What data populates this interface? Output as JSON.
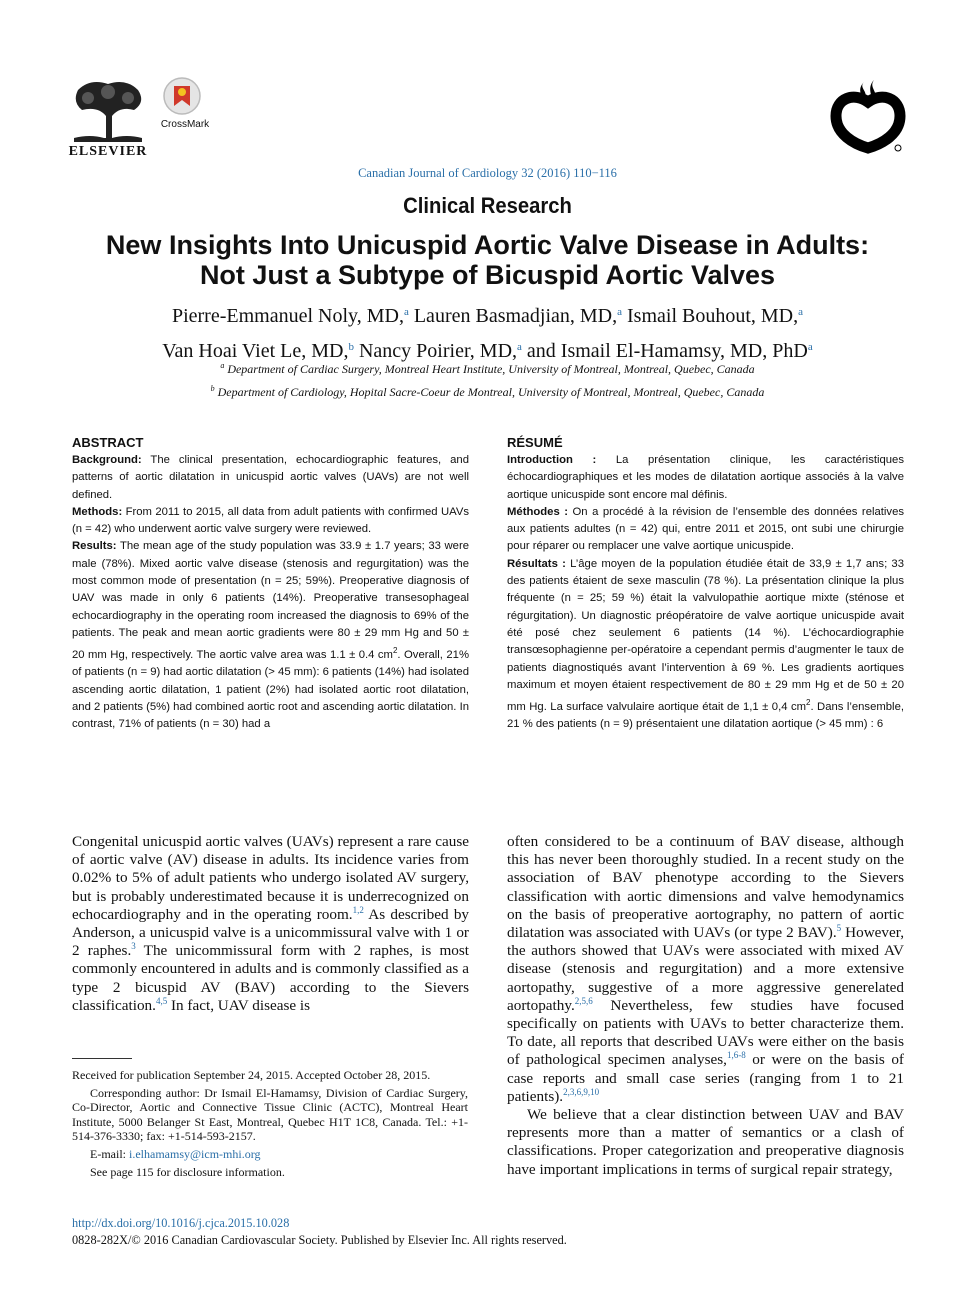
{
  "header": {
    "publisher": "ELSEVIER",
    "crossmark_label": "CrossMark",
    "journal_line": "Canadian Journal of Cardiology 32 (2016) 110−116",
    "section": "Clinical Research"
  },
  "title": {
    "line1": "New Insights Into Unicuspid Aortic Valve Disease in Adults:",
    "line2": "Not Just a Subtype of Bicuspid Aortic Valves"
  },
  "authors": [
    {
      "name": "Pierre-Emmanuel Noly, MD,",
      "aff": "a"
    },
    {
      "name": "Lauren Basmadjian, MD,",
      "aff": "a"
    },
    {
      "name": "Ismail Bouhout, MD,",
      "aff": "a"
    },
    {
      "name": "Van Hoai Viet Le, MD,",
      "aff": "b"
    },
    {
      "name": "Nancy Poirier, MD,",
      "aff": "a"
    },
    {
      "name": "and Ismail El-Hamamsy, MD, PhD",
      "aff": "a"
    }
  ],
  "affiliations": [
    {
      "mark": "a",
      "text": "Department of Cardiac Surgery, Montreal Heart Institute, University of Montreal, Montreal, Quebec, Canada"
    },
    {
      "mark": "b",
      "text": "Department of Cardiology, Hopital Sacre-Coeur de Montreal, University of Montreal, Montreal, Quebec, Canada"
    }
  ],
  "abstract": {
    "heading": "ABSTRACT",
    "background_label": "Background:",
    "background": "The clinical presentation, echocardiographic features, and patterns of aortic dilatation in unicuspid aortic valves (UAVs) are not well defined.",
    "methods_label": "Methods:",
    "methods": "From 2011 to 2015, all data from adult patients with confirmed UAVs (n = 42) who underwent aortic valve surgery were reviewed.",
    "results_label": "Results:",
    "results_a": "The mean age of the study population was 33.9 ± 1.7 years; 33 were male (78%). Mixed aortic valve disease (stenosis and regurgitation) was the most common mode of presentation (n = 25; 59%). Preoperative diagnosis of UAV was made in only 6 patients (14%). Preoperative transesophageal echocardiography in the operating room increased the diagnosis to 69% of the patients. The peak and mean aortic gradients were 80 ± 29 mm Hg and 50 ± 20 mm Hg, respectively. The aortic valve area was 1.1 ± 0.4 cm",
    "results_sup": "2",
    "results_b": ". Overall, 21% of patients (n = 9) had aortic dilatation (> 45 mm): 6 patients (14%) had isolated ascending aortic dilatation, 1 patient (2%) had isolated aortic root dilatation, and 2 patients (5%) had combined aortic root and ascending aortic dilatation. In contrast, 71% of patients (n = 30) had a"
  },
  "resume": {
    "heading": "RÉSUMÉ",
    "intro_label": "Introduction :",
    "intro": "La présentation clinique, les caractéristiques échocardiographiques et les modes de dilatation aortique associés à la valve aortique unicuspide sont encore mal définis.",
    "methodes_label": "Méthodes :",
    "methodes": "On a procédé à la révision de l’ensemble des données relatives aux patients adultes (n = 42) qui, entre 2011 et 2015, ont subi une chirurgie pour réparer ou remplacer une valve aortique unicuspide.",
    "resultats_label": "Résultats :",
    "resultats_a": "L’âge moyen de la population étudiée était de 33,9 ± 1,7 ans; 33 des patients étaient de sexe masculin (78 %). La présentation clinique la plus fréquente (n = 25; 59 %) était la valvulopathie aortique mixte (sténose et régurgitation). Un diagnostic préopératoire de valve aortique unicuspide avait été posé chez seulement 6 patients (14 %). L’échocardiographie transœsophagienne per-opératoire a cependant permis d’augmenter le taux de patients diagnostiqués avant l’intervention à 69 %. Les gradients aortiques maximum et moyen étaient respectivement de 80 ± 29 mm Hg et de 50 ± 20 mm Hg. La surface valvulaire aortique était de 1,1 ± 0,4 cm",
    "resultats_sup": "2",
    "resultats_b": ". Dans l’ensemble, 21 % des patients (n = 9) présentaient une dilatation aortique (> 45 mm) : 6"
  },
  "body_left": {
    "p1_a": "Congenital unicuspid aortic valves (UAVs) represent a rare cause of aortic valve (AV) disease in adults. Its incidence varies from 0.02% to 5% of adult patients who undergo isolated AV surgery, but is probably underestimated because it is underrecognized on echocardiography and in the operating room.",
    "ref1": "1,2",
    "p1_b": " As described by Anderson, a unicuspid valve is a unicommissural valve with 1 or 2 raphes.",
    "ref2": "3",
    "p1_c": " The unicommissural form with 2 raphes, is most commonly encountered in adults and is commonly classified as a type 2 bicuspid AV (BAV) according to the Sievers classification.",
    "ref3": "4,5",
    "p1_d": " In fact, UAV disease is"
  },
  "body_right": {
    "p1_a": "often considered to be a continuum of BAV disease, although this has never been thoroughly studied. In a recent study on the association of BAV phenotype according to the Sievers classification with aortic dimensions and valve hemodynamics on the basis of preoperative aortography, no pattern of aortic dilatation was associated with UAVs (or type 2 BAV).",
    "ref1": "5",
    "p1_b": " However, the authors showed that UAVs were associated with mixed AV disease (stenosis and regurgitation) and a more extensive aortopathy, suggestive of a more aggressive generelated aortopathy.",
    "ref2": "2,5,6",
    "p1_c": " Nevertheless, few studies have focused specifically on patients with UAVs to better characterize them. To date, all reports that described UAVs were either on the basis of pathological specimen analyses,",
    "ref3": "1,6-8",
    "p1_d": " or were on the basis of case reports and small case series (ranging from 1 to 21 patients).",
    "ref4": "2,3,6,9,10",
    "p2": "We believe that a clear distinction between UAV and BAV represents more than a matter of semantics or a clash of classifications. Proper categorization and preoperative diagnosis have important implications in terms of surgical repair strategy,"
  },
  "footnotes": {
    "received": "Received for publication September 24, 2015. Accepted October 28, 2015.",
    "corresponding": "Corresponding author: Dr Ismail El-Hamamsy, Division of Cardiac Surgery, Co-Director, Aortic and Connective Tissue Clinic (ACTC), Montreal Heart Institute, 5000 Belanger St East, Montreal, Quebec H1T 1C8, Canada. Tel.: +1-514-376-3330; fax: +1-514-593-2157.",
    "email_label": "E-mail: ",
    "email": "i.elhamamsy@icm-mhi.org",
    "disclosure": "See page 115 for disclosure information."
  },
  "footer": {
    "doi": "http://dx.doi.org/10.1016/j.cjca.2015.10.028",
    "copyright": "0828-282X/© 2016 Canadian Cardiovascular Society. Published by Elsevier Inc. All rights reserved."
  }
}
